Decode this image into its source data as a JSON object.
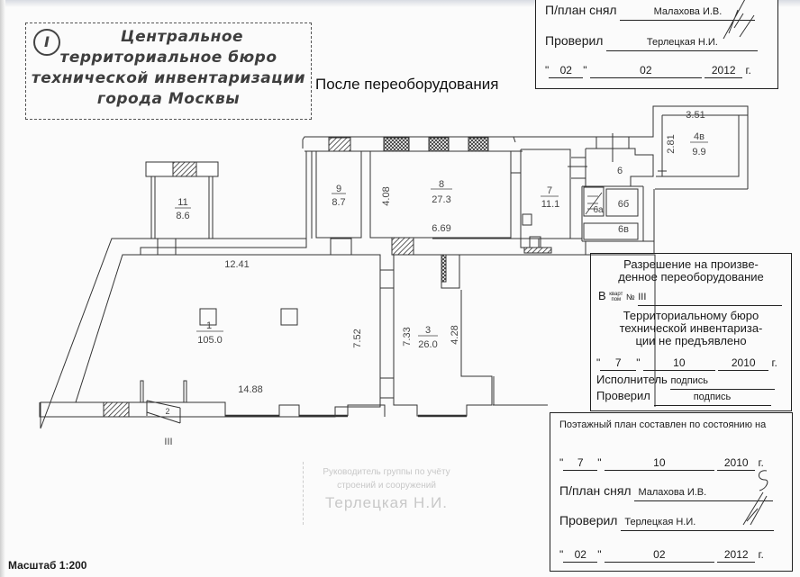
{
  "header": {
    "org_stamp": {
      "number": "I",
      "lines": [
        "Центральное",
        "территориальное бюро",
        "технической инвентаризации",
        "города Москвы"
      ]
    },
    "title": "После переоборудования"
  },
  "top_signature_box": {
    "surveyed_label": "П/план снял",
    "surveyed_by": "Малахова И.В.",
    "checked_label": "Проверил",
    "checked_by": "Терлецкая Н.И.",
    "date": {
      "day": "02",
      "month": "02",
      "year": "2012",
      "suffix": "г."
    }
  },
  "floor_plan": {
    "rooms": [
      {
        "number": "1",
        "area": "105.0"
      },
      {
        "number": "2",
        "area": ""
      },
      {
        "number": "3",
        "area": "26.0"
      },
      {
        "number": "4в",
        "area": "9.9"
      },
      {
        "number": "6",
        "area": ""
      },
      {
        "number": "6а",
        "area": ""
      },
      {
        "number": "6б",
        "area": ""
      },
      {
        "number": "6в",
        "area": ""
      },
      {
        "number": "7",
        "area": "11.1"
      },
      {
        "number": "8",
        "area": "27.3"
      },
      {
        "number": "9",
        "area": "8.7"
      },
      {
        "number": "11",
        "area": "8.6"
      }
    ],
    "dimensions": {
      "room1_top": "12.41",
      "room1_bottom": "14.88",
      "room1_right": "7.52",
      "room3_left": "7.33",
      "room3_right": "4.28",
      "room8_left": "4.08",
      "room8_bottom": "6.69",
      "room4v_top": "3.51",
      "room4v_left": "2.81"
    },
    "entrance_label": "III"
  },
  "permit_box": {
    "title_line1": "Разрешение на произве-",
    "title_line2": "денное переоборудование",
    "in_label": "В",
    "unit_top": "кварт",
    "unit_bottom": "пом",
    "number_label": "№",
    "number_value": "III",
    "body_line1": "Территориальному бюро",
    "body_line2": "технической инвентариза-",
    "body_line3": "ции не предъявлено",
    "date": {
      "day": "7",
      "month": "10",
      "year": "2010",
      "suffix": "г."
    },
    "executor_label": "Исполнитель",
    "executor_value": "подпись",
    "checked_label": "Проверил",
    "checked_value": "подпись"
  },
  "bottom_signature_box": {
    "heading": "Поэтажный план составлен по состоянию на",
    "state_date": {
      "day": "7",
      "month": "10",
      "year": "2010",
      "suffix": "г."
    },
    "surveyed_label": "П/план снял",
    "surveyed_by": "Малахова И.В.",
    "checked_label": "Проверил",
    "checked_by": "Терлецкая Н.И.",
    "date": {
      "day": "02",
      "month": "02",
      "year": "2012",
      "suffix": "г."
    }
  },
  "faint_stamp": {
    "line1": "Руководитель группы по учёту",
    "line2": "строений и сооружений",
    "line3": "Терлецкая Н.И."
  },
  "footer": {
    "scale": "Масштаб 1:200"
  }
}
